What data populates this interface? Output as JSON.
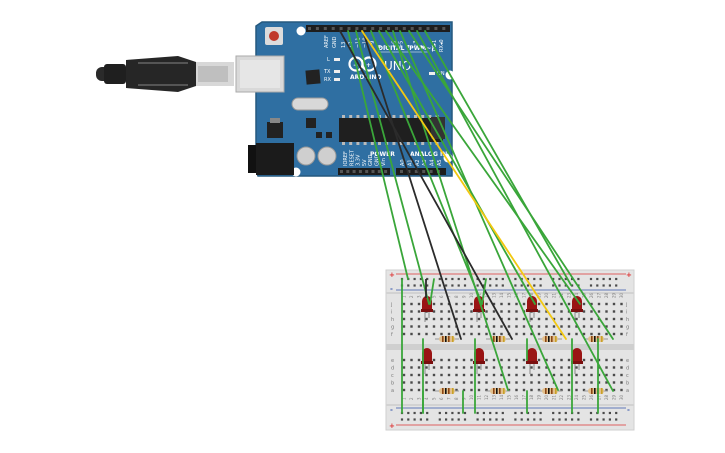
{
  "board": {
    "logo_text": "ARDUINO",
    "model_text": "UNO",
    "digital_header_label": "DIGITAL (PWM~)",
    "analog_header_label": "ANALOG IN",
    "power_header_label": "POWER",
    "on_led_label": "ON",
    "l_led_label": "L",
    "tx_label": "TX",
    "rx_label": "RX",
    "aref_label": "AREF",
    "gnd_label": "GND",
    "tx_pin_label": "TX▸1",
    "rx_pin_label": "RX◂0",
    "digital_pin_labels": [
      "13",
      "12",
      "~11",
      "~10",
      "~9",
      "8",
      "7",
      "~6",
      "~5",
      "4",
      "~3",
      "2"
    ],
    "power_pin_labels": [
      "IOREF",
      "RESET",
      "3.3V",
      "5V",
      "GND",
      "GND",
      "Vin"
    ],
    "analog_pin_labels": [
      "A0",
      "A1",
      "A2",
      "A3",
      "A4",
      "A5"
    ]
  },
  "breadboard": {
    "row_letters_top": [
      "j",
      "i",
      "h",
      "g",
      "f"
    ],
    "row_letters_bottom": [
      "e",
      "d",
      "c",
      "b",
      "a"
    ],
    "column_numbers": [
      "1",
      "2",
      "3",
      "4",
      "5",
      "6",
      "7",
      "8",
      "9",
      "10",
      "11",
      "12",
      "13",
      "14",
      "15",
      "16",
      "17",
      "18",
      "19",
      "20",
      "21",
      "22",
      "23",
      "24",
      "25",
      "26",
      "27",
      "28",
      "29",
      "30"
    ],
    "plus_sign": "+",
    "minus_sign": "-"
  },
  "colors": {
    "board_blue": "#2f6fa2",
    "board_edge": "#25597f",
    "breadboard": "#e4e4e4",
    "wire_green": "#3aa63a",
    "wire_black": "#2b2b2b",
    "wire_yellow": "#f2c811",
    "led_red": "#9a1414",
    "rail_red": "#d33",
    "rail_blue": "#35a"
  }
}
